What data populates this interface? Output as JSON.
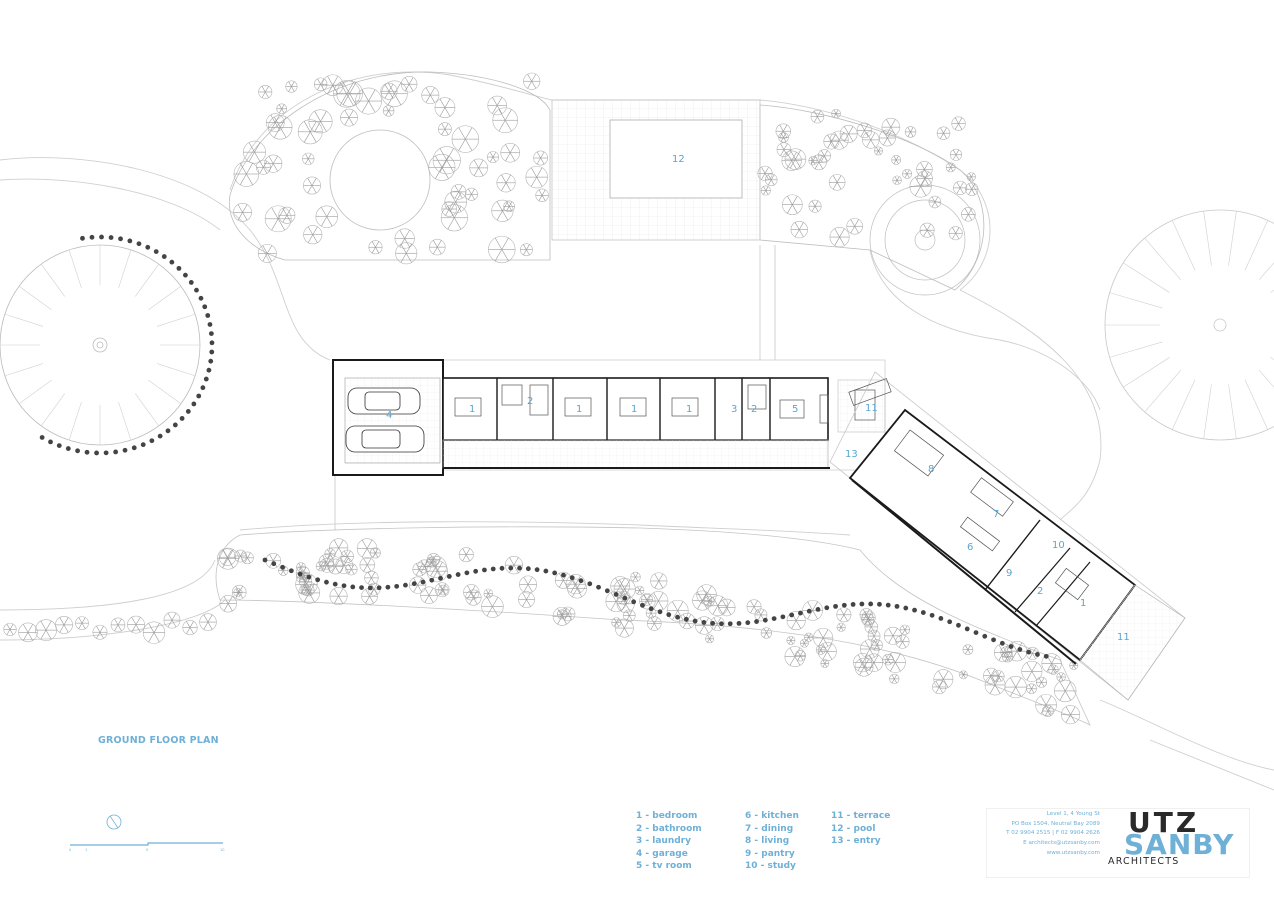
{
  "drawing_title": "GROUND FLOOR PLAN",
  "room_numbers": {
    "pool": "12",
    "garage": "4",
    "bed_a": "1",
    "bath_a": "2",
    "bed_b": "1",
    "bed_c": "1",
    "bed_d": "1",
    "laundry": "3",
    "bath_b": "2",
    "tv_room": "5",
    "terrace_a": "11",
    "entry": "13",
    "living": "8",
    "dining": "7",
    "kitchen": "6",
    "study": "10",
    "pantry": "9",
    "bath_c": "2",
    "bed_e": "1",
    "terrace_b": "11"
  },
  "legend": {
    "col1": [
      "1 - bedroom",
      "2 - bathroom",
      "3 - laundry",
      "4 - garage",
      "5 - tv room"
    ],
    "col2": [
      "6 - kitchen",
      "7 - dining",
      "8 - living",
      "9 - pantry",
      "10 - study"
    ],
    "col3": [
      "11 - terrace",
      "12 - pool",
      "13 - entry"
    ]
  },
  "contact": {
    "line1": "Level 1, 4 Young St",
    "line2": "PO Box 1504, Neutral Bay 2089",
    "line3": "T 02 9904 2515  |  F 02 9904 2626",
    "line4": "E architects@utzsanby.com",
    "line5": "www.utzsanby.com"
  },
  "logo": {
    "word1": "UTZ",
    "word2": "SANBY",
    "word3": "ARCHITECTS"
  },
  "scale_labels": [
    "0",
    "1",
    "5",
    "10"
  ],
  "colors": {
    "accent": "#6fb0d6",
    "line": "#1a1a1a",
    "light_line": "#c8c8c8"
  }
}
